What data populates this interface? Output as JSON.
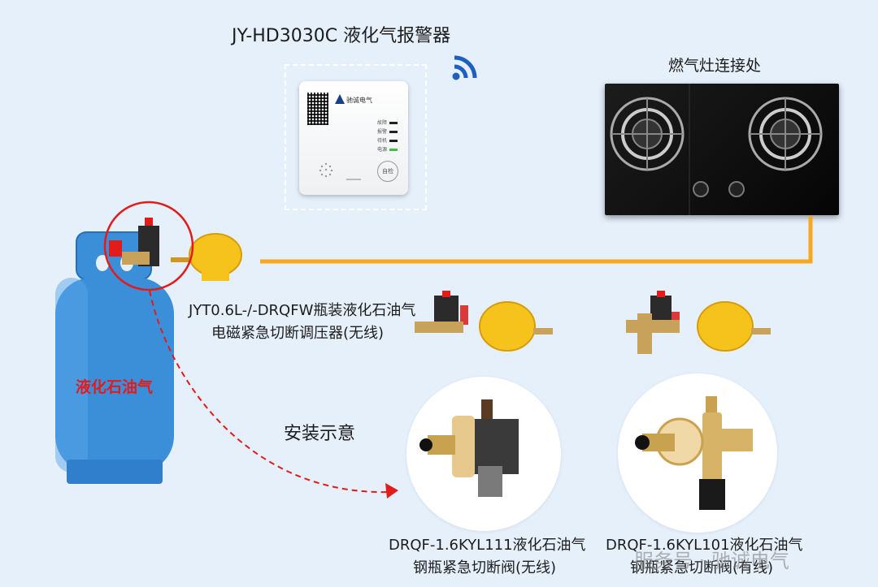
{
  "detector": {
    "title": "JY-HD3030C 液化气报警器",
    "brand_text": "驰诚电气",
    "indicators": [
      "故障",
      "报警",
      "待机",
      "电源"
    ],
    "button_label": "自检"
  },
  "stove": {
    "label": "燃气灶连接处"
  },
  "tank": {
    "label": "液化石油气"
  },
  "regulator": {
    "line1": "JYT0.6L-/-DRQFW瓶装液化石油气",
    "line2": "电磁紧急切断调压器(无线)"
  },
  "install": {
    "label": "安装示意"
  },
  "valve_wireless": {
    "line1": "DRQF-1.6KYL111液化石油气",
    "line2": "钢瓶紧急切断阀(无线)"
  },
  "valve_wired": {
    "line1": "DRQF-1.6KYL101液化石油气",
    "line2": "钢瓶紧急切断阀(有线)"
  },
  "watermark": {
    "text": "服务号 · 驰诚电气"
  },
  "colors": {
    "background": "#e6f0fb",
    "pipe": "#f7a823",
    "tank": "#3b8fd8",
    "highlight": "#e21b1b",
    "regulator": "#f6c21c",
    "wifi": "#1f5fbf"
  }
}
